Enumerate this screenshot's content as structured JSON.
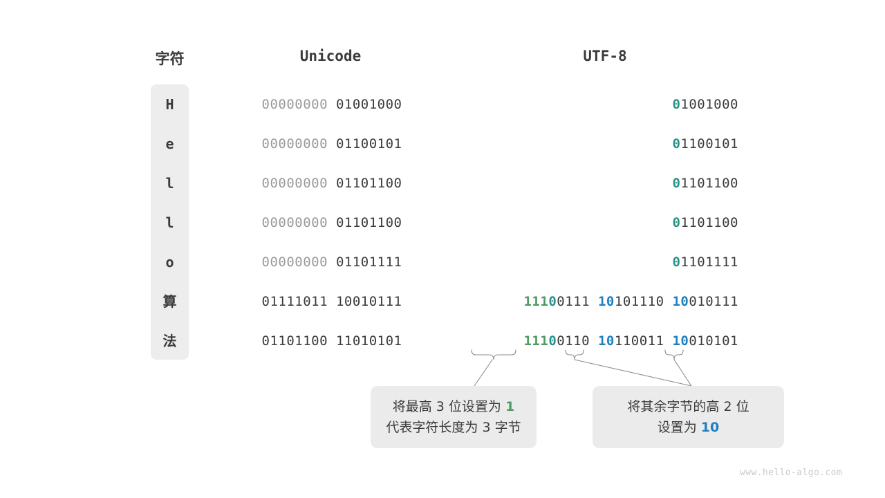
{
  "headers": {
    "char": "字符",
    "unicode": "Unicode",
    "utf8": "UTF-8"
  },
  "rows": [
    {
      "char": "H",
      "cjk": false,
      "unicode_high": "00000000",
      "unicode_low": "01001000",
      "utf8_prefix": "0",
      "utf8_prefix_color": "teal",
      "utf8_rest": "1001000",
      "utf8_full": "01001000"
    },
    {
      "char": "e",
      "cjk": false,
      "unicode_high": "00000000",
      "unicode_low": "01100101",
      "utf8_prefix": "0",
      "utf8_prefix_color": "teal",
      "utf8_rest": "1100101",
      "utf8_full": "01100101"
    },
    {
      "char": "l",
      "cjk": false,
      "unicode_high": "00000000",
      "unicode_low": "01101100",
      "utf8_prefix": "0",
      "utf8_prefix_color": "teal",
      "utf8_rest": "1101100",
      "utf8_full": "01101100"
    },
    {
      "char": "l",
      "cjk": false,
      "unicode_high": "00000000",
      "unicode_low": "01101100",
      "utf8_prefix": "0",
      "utf8_prefix_color": "teal",
      "utf8_rest": "1101100",
      "utf8_full": "01101100"
    },
    {
      "char": "o",
      "cjk": false,
      "unicode_high": "00000000",
      "unicode_low": "01101111",
      "utf8_prefix": "0",
      "utf8_prefix_color": "teal",
      "utf8_rest": "1101111",
      "utf8_full": "01101111"
    },
    {
      "char": "算",
      "cjk": true,
      "unicode_high": "01111011",
      "unicode_low": "10010111",
      "utf8_bytes": [
        {
          "marker": "111",
          "marker_color": "green",
          "tail_marker": "0",
          "tail_marker_color": "teal",
          "rest": "0111"
        },
        {
          "marker": "10",
          "marker_color": "blue",
          "rest": "101110"
        },
        {
          "marker": "10",
          "marker_color": "blue",
          "rest": "010111"
        }
      ],
      "utf8_full": "11100111 10101110 10010111"
    },
    {
      "char": "法",
      "cjk": true,
      "unicode_high": "01101100",
      "unicode_low": "11010101",
      "utf8_bytes": [
        {
          "marker": "111",
          "marker_color": "green",
          "tail_marker": "0",
          "tail_marker_color": "teal",
          "rest": "0110"
        },
        {
          "marker": "10",
          "marker_color": "blue",
          "rest": "110011"
        },
        {
          "marker": "10",
          "marker_color": "blue",
          "rest": "010101"
        }
      ],
      "utf8_full": "11100110 10110011 10010101"
    }
  ],
  "callouts": [
    {
      "id": "callout-1",
      "line1_before": "将最高 3 位设置为 ",
      "line1_highlight": "1",
      "line1_highlight_color": "green",
      "line2": "代表字符长度为 3 字节"
    },
    {
      "id": "callout-2",
      "line1": "将其余字节的高 2 位",
      "line2_before": "设置为 ",
      "line2_highlight": "10",
      "line2_highlight_color": "blue"
    }
  ],
  "watermark": "www.hello-algo.com",
  "colors": {
    "green": "#4d9b5f",
    "blue": "#1f80c0",
    "teal": "#2a9187",
    "dark": "#3b3b3b",
    "dim": "#9a9a9a",
    "box": "#ededed",
    "callout_bg": "#ebebeb",
    "watermark": "#c9c9c9"
  }
}
